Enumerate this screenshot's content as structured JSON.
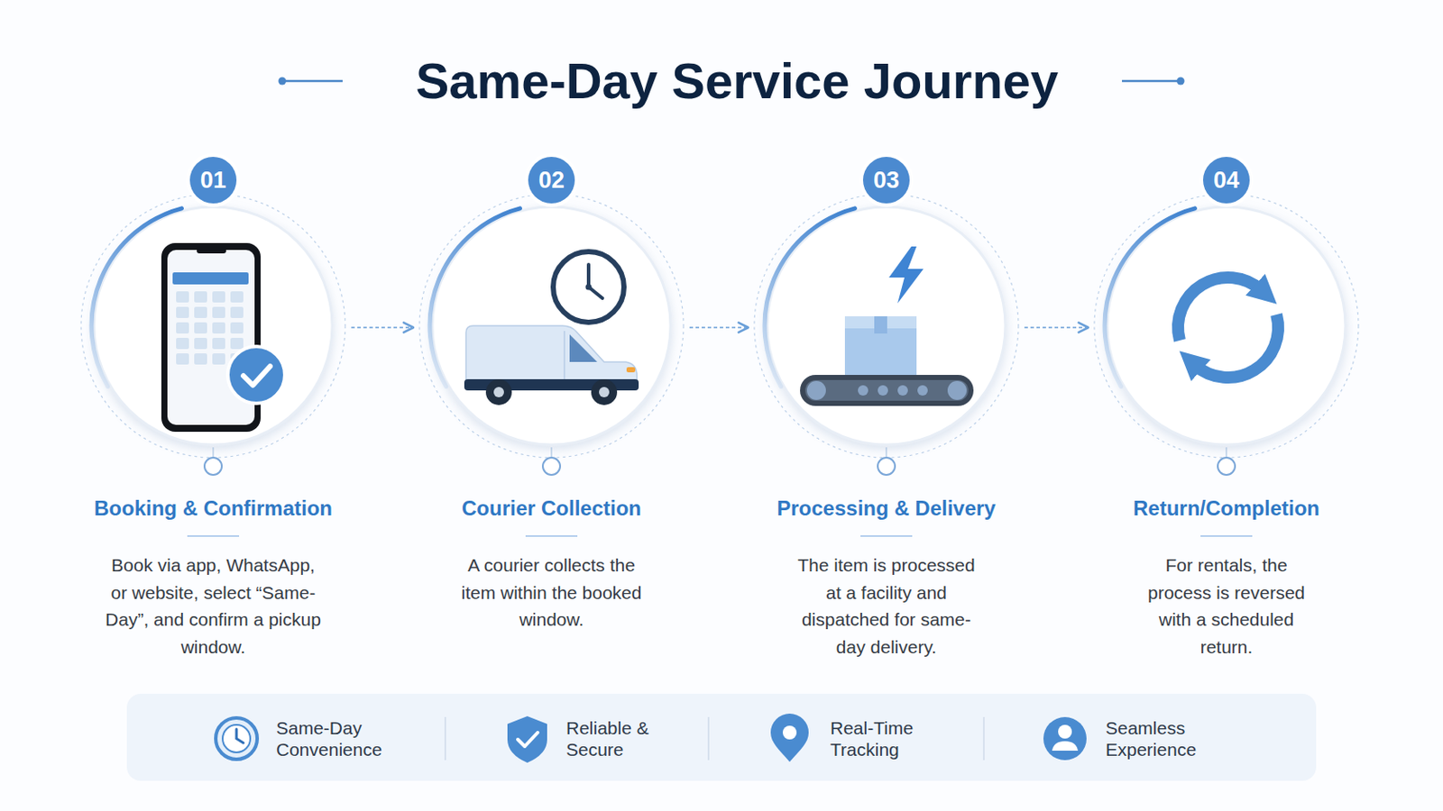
{
  "diagram": {
    "title": "Same-Day Service Journey",
    "nodes": [
      {
        "text": [
          "Booking & Confirmation",
          "Book via app, WhatsApp, or website, select “Same-Day”, and confirm a pickup window."
        ]
      },
      {
        "text": [
          "01"
        ],
        "in": 0
      },
      {
        "text": [
          "Courier Collection",
          "A courier collects the item within the booked window."
        ]
      },
      {
        "text": [
          "02"
        ],
        "in": 2
      },
      {
        "text": [
          "Processing & Delivery",
          "The item is processed at a facility and dispatched for same-day delivery."
        ]
      },
      {
        "text": [
          "03"
        ],
        "in": 4
      },
      {
        "text": [
          "Return/Completion",
          "For rentals, the process is reversed with a scheduled return."
        ]
      },
      {
        "text": [
          "04"
        ],
        "in": 6
      }
    ],
    "edges": [
      {
        "from": 0,
        "to": 2,
        "arrow": "to"
      },
      {
        "from": 2,
        "to": 4,
        "arrow": "to"
      },
      {
        "from": 4,
        "to": 6,
        "arrow": "to"
      }
    ],
    "labels": [
      "Same-Day Convenience",
      "Reliable & Secure",
      "Real-Time Tracking",
      "Seamless Experience"
    ]
  }
}
